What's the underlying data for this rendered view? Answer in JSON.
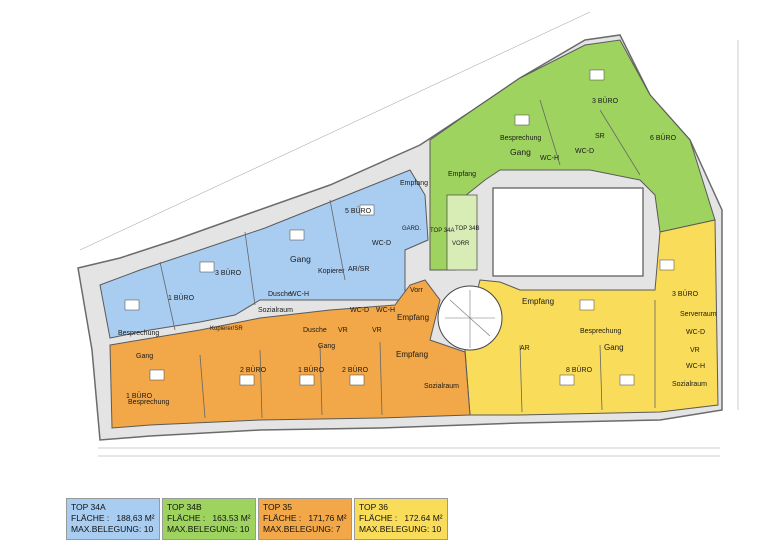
{
  "colors": {
    "top34a": "#a9cdf1",
    "top34b": "#9ed35f",
    "top35": "#f2a748",
    "top36": "#f9dc5a",
    "wall": "#7a7a7a",
    "facade": "#bdbdbd",
    "courtyard": "#ffffff"
  },
  "legend": [
    {
      "unit": "TOP 34A",
      "area_label": "FLÄCHE :",
      "area": "188,63 M²",
      "occ_label": "MAX.BELEGUNG: 10",
      "color": "#a9cdf1"
    },
    {
      "unit": "TOP 34B",
      "area_label": "FLÄCHE :",
      "area": "163.53 M²",
      "occ_label": "MAX.BELEGUNG: 10",
      "color": "#9ed35f"
    },
    {
      "unit": "TOP 35",
      "area_label": "FLÄCHE :",
      "area": "171,76 M²",
      "occ_label": "MAX.BELEGUNG: 7",
      "color": "#f2a748"
    },
    {
      "unit": "TOP 36",
      "area_label": "FLÄCHE :",
      "area": "172.64 M²",
      "occ_label": "MAX.BELEGUNG: 10",
      "color": "#f9dc5a"
    }
  ],
  "rooms": {
    "top34a": [
      "Empfang",
      "5 BÜRO",
      "Gang",
      "3 BÜRO",
      "1 BÜRO",
      "Besprechung",
      "Kopierer",
      "AR/SR",
      "WC-D",
      "GARD.",
      "WC-H",
      "Dusche",
      "Sozialraum",
      "Kopierer/SR",
      "TOP 34A"
    ],
    "top34b": [
      "Besprechung",
      "Gang",
      "6 BÜRO",
      "3 BÜRO",
      "SR",
      "WC-H",
      "WC-D",
      "Empfang",
      "TOP 34B",
      "VORR"
    ],
    "top35": [
      "Gang",
      "1 BÜRO",
      "Besprechung",
      "2 BÜRO",
      "1 BÜRO",
      "2 BÜRO",
      "Empfang",
      "Gang",
      "Sozialraum",
      "Dusche",
      "VR",
      "WC-D",
      "WC-H",
      "VR",
      "Empfang",
      "Vorr"
    ],
    "top36": [
      "Empfang",
      "Besprechung",
      "3 BÜRO",
      "Serverraum",
      "WC-D",
      "VR",
      "WC-H",
      "Sozialraum",
      "8 BÜRO",
      "Gang",
      "AR"
    ]
  }
}
